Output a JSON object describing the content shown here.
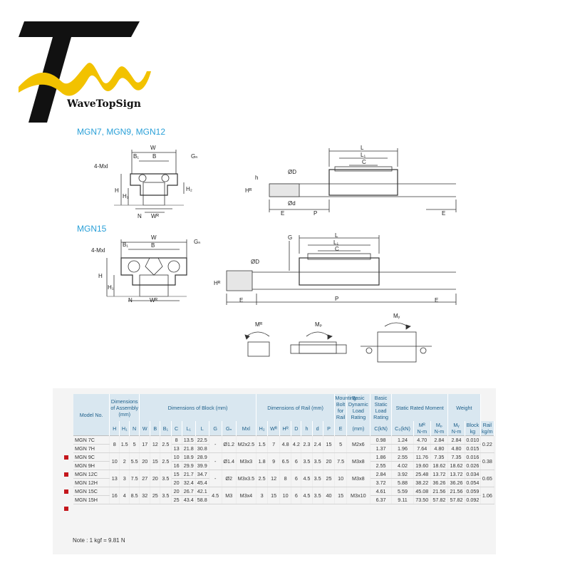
{
  "brand": {
    "name": "WaveTopSign"
  },
  "sections": {
    "top": "MGN7, MGN9, MGN12",
    "bottom": "MGN15"
  },
  "labels": {
    "W": "W",
    "B": "B",
    "B1": "B₁",
    "Gn": "Gₙ",
    "mxl": "4-Mxl",
    "H": "H",
    "H1": "H₁",
    "H2": "H₂",
    "N": "N",
    "WR": "Wᴿ",
    "HR": "Hᴿ",
    "L": "L",
    "L1": "L₁",
    "C": "C",
    "D": "ØD",
    "d": "Ød",
    "h": "h",
    "E": "E",
    "P": "P",
    "G": "G",
    "MR": "Mᴿ",
    "MP": "Mₚ",
    "MY": "Mᵧ"
  },
  "table": {
    "head": {
      "model": "Model No.",
      "assembly": "Dimensions of Assembly (mm)",
      "block": "Dimensions of Block (mm)",
      "rail": "Dimensions of Rail (mm)",
      "bolt": "Mounting Bolt for Rail",
      "dynamic": "Basic Dynamic Load Rating",
      "static": "Basic Static Load Rating",
      "moment": "Static Rated Moment",
      "weight": "Weight",
      "block_w": "Block",
      "rail_w": "Rail"
    },
    "sub": {
      "H": "H",
      "H1": "H₁",
      "N": "N",
      "W": "W",
      "B": "B",
      "B1": "B₁",
      "C": "C",
      "L1": "L₁",
      "L": "L",
      "G": "G",
      "Gn": "Gₙ",
      "Mxl": "Mxl",
      "H2": "H₂",
      "WR": "Wᴿ",
      "HR": "Hᴿ",
      "D": "D",
      "h": "h",
      "d": "d",
      "P": "P",
      "E": "E",
      "mm": "(mm)",
      "ckn": "C(kN)",
      "c0kn": "C₀(kN)",
      "MR": "Mᴿ",
      "MP": "Mₚ",
      "MY": "Mᵧ",
      "nm1": "N-m",
      "nm2": "N-m",
      "nm3": "N-m",
      "kg": "kg",
      "kgm": "kg/m"
    },
    "groups": [
      {
        "H": "8",
        "H1": "1.5",
        "N": "5",
        "W": "17",
        "B": "12",
        "B1": "2.5",
        "G": "-",
        "Gn": "Ø1.2",
        "Mxl": "M2x2.5",
        "H2": "1.5",
        "WR": "7",
        "HR": "4.8",
        "D": "4.2",
        "h": "2.3",
        "d": "2.4",
        "P": "15",
        "E": "5",
        "bolt": "M2x6",
        "rail_w": "0.22",
        "rows": [
          {
            "model": "MGN 7C",
            "C": "8",
            "L1": "13.5",
            "L": "22.5",
            "ckn": "0.98",
            "c0kn": "1.24",
            "MR": "4.70",
            "MP": "2.84",
            "MY": "2.84",
            "block_w": "0.010"
          },
          {
            "model": "MGN 7H",
            "C": "13",
            "L1": "21.8",
            "L": "30.8",
            "ckn": "1.37",
            "c0kn": "1.96",
            "MR": "7.64",
            "MP": "4.80",
            "MY": "4.80",
            "block_w": "0.015"
          }
        ]
      },
      {
        "H": "10",
        "H1": "2",
        "N": "5.5",
        "W": "20",
        "B": "15",
        "B1": "2.5",
        "G": "-",
        "Gn": "Ø1.4",
        "Mxl": "M3x3",
        "H2": "1.8",
        "WR": "9",
        "HR": "6.5",
        "D": "6",
        "h": "3.5",
        "d": "3.5",
        "P": "20",
        "E": "7.5",
        "bolt": "M3x8",
        "rail_w": "0.38",
        "rows": [
          {
            "model": "MGN 9C",
            "C": "10",
            "L1": "18.9",
            "L": "28.9",
            "ckn": "1.86",
            "c0kn": "2.55",
            "MR": "11.76",
            "MP": "7.35",
            "MY": "7.35",
            "block_w": "0.016"
          },
          {
            "model": "MGN 9H",
            "C": "16",
            "L1": "29.9",
            "L": "39.9",
            "ckn": "2.55",
            "c0kn": "4.02",
            "MR": "19.60",
            "MP": "18.62",
            "MY": "18.62",
            "block_w": "0.026"
          }
        ]
      },
      {
        "H": "13",
        "H1": "3",
        "N": "7.5",
        "W": "27",
        "B": "20",
        "B1": "3.5",
        "G": "-",
        "Gn": "Ø2",
        "Mxl": "M3x3.5",
        "H2": "2.5",
        "WR": "12",
        "HR": "8",
        "D": "6",
        "h": "4.5",
        "d": "3.5",
        "P": "25",
        "E": "10",
        "bolt": "M3x8",
        "rail_w": "0.65",
        "rows": [
          {
            "model": "MGN 12C",
            "C": "15",
            "L1": "21.7",
            "L": "34.7",
            "ckn": "2.84",
            "c0kn": "3.92",
            "MR": "25.48",
            "MP": "13.72",
            "MY": "13.72",
            "block_w": "0.034"
          },
          {
            "model": "MGN 12H",
            "C": "20",
            "L1": "32.4",
            "L": "45.4",
            "ckn": "3.72",
            "c0kn": "5.88",
            "MR": "38.22",
            "MP": "36.26",
            "MY": "36.26",
            "block_w": "0.054"
          }
        ]
      },
      {
        "H": "16",
        "H1": "4",
        "N": "8.5",
        "W": "32",
        "B": "25",
        "B1": "3.5",
        "G": "4.5",
        "Gn": "M3",
        "Mxl": "M3x4",
        "H2": "3",
        "WR": "15",
        "HR": "10",
        "D": "6",
        "h": "4.5",
        "d": "3.5",
        "P": "40",
        "E": "15",
        "bolt": "M3x10",
        "rail_w": "1.06",
        "rows": [
          {
            "model": "MGN 15C",
            "C": "20",
            "L1": "26.7",
            "L": "42.1",
            "ckn": "4.61",
            "c0kn": "5.59",
            "MR": "45.08",
            "MP": "21.56",
            "MY": "21.56",
            "block_w": "0.059"
          },
          {
            "model": "MGN 15H",
            "C": "25",
            "L1": "43.4",
            "L": "58.8",
            "ckn": "6.37",
            "c0kn": "9.11",
            "MR": "73.50",
            "MP": "57.82",
            "MY": "57.82",
            "block_w": "0.092"
          }
        ]
      }
    ]
  },
  "note": "Note : 1 kgf = 9.81 N",
  "colors": {
    "accent": "#2aa0d8",
    "marker": "#c4161c",
    "header_bg": "#d9e7f0",
    "logo_gold": "#f2c200"
  }
}
